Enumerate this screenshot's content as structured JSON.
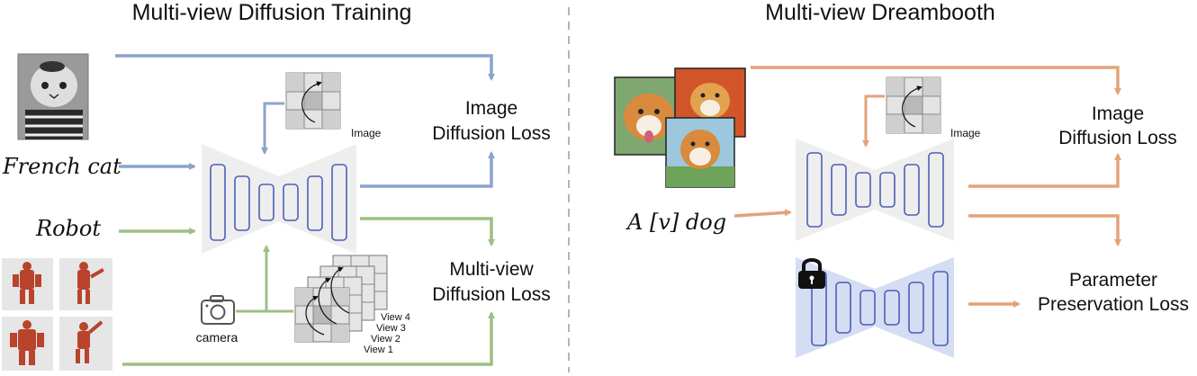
{
  "left_panel": {
    "title": "Multi-view Diffusion Training",
    "image_loss": [
      "Image",
      "Diffusion Loss"
    ],
    "multiview_loss": [
      "Multi-view",
      "Diffusion Loss"
    ],
    "image_tag": "Image",
    "prompt_cat": "French cat",
    "prompt_robot": "Robot",
    "camera_label": "camera",
    "views": [
      "View 4",
      "View 3",
      "View 2",
      "View 1"
    ]
  },
  "right_panel": {
    "title": "Multi-view Dreambooth",
    "image_loss": [
      "Image",
      "Diffusion Loss"
    ],
    "preservation_loss": [
      "Parameter",
      "Preservation Loss"
    ],
    "image_tag": "Image",
    "prompt_dog": "A [v] dog"
  },
  "colors": {
    "blue_arrow": "#8aa4cc",
    "green_arrow": "#9cc084",
    "orange_arrow": "#e2a37a",
    "unet_fill": "#eeeeee",
    "unet_frozen_fill": "#d5ddf3",
    "unet_block": "#4b5fb8",
    "divider": "#b4b4b4"
  },
  "icons": [
    "camera-icon",
    "lock-icon",
    "cat-photo",
    "robot-photo",
    "dog-photo"
  ]
}
